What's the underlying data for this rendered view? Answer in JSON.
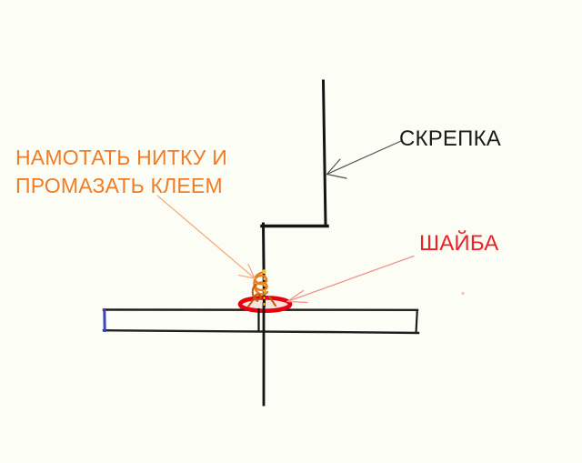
{
  "canvas": {
    "bg_color": "#FCFEF5"
  },
  "labels": {
    "paperclip": {
      "text": "СКРЕПКА",
      "color": "#1B1B1B"
    },
    "thread_glue": {
      "line1": "НАМОТАТЬ НИТКУ И",
      "line2": "ПРОМАЗАТЬ КЛЕЕМ",
      "color": "#F07C28"
    },
    "washer": {
      "text": "ШАЙБА",
      "color": "#EE2226"
    }
  },
  "drawing": {
    "wire_color": "#141414",
    "board_edge_color": "#1F1F1F",
    "board_left_edge_color": "#3A43C9",
    "washer_ring_color": "#E8000F",
    "washer_fill_color": "#F8E3DE",
    "coil_color": "#E87E1E",
    "coil_shadow_color": "#C05A10",
    "glue_dots_color": "#F5C518",
    "pointer_paperclip_color": "#4F4F4F",
    "pointer_thread_color": "#F6AC80",
    "pointer_washer_color": "#F2918C"
  }
}
